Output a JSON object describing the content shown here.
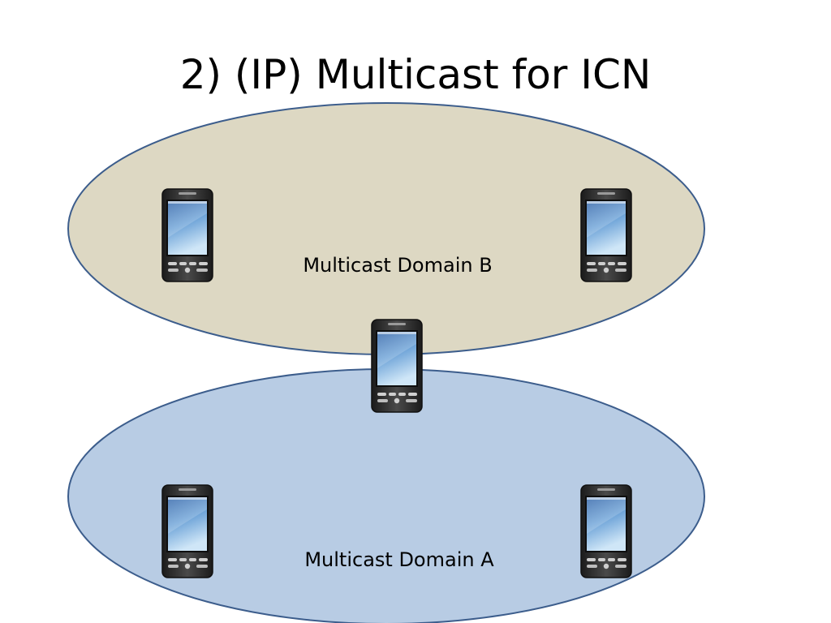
{
  "slide": {
    "title": "2) (IP) Multicast for ICN"
  },
  "domains": [
    {
      "id": "B",
      "label": "Multicast Domain B",
      "fill": "#ddd8c3",
      "stroke": "#3c5d8c"
    },
    {
      "id": "A",
      "label": "Multicast Domain A",
      "fill": "#b8cce4",
      "stroke": "#3c5d8c"
    }
  ],
  "devices": [
    {
      "name": "phone-domain-b-left",
      "icon": "smartphone-icon"
    },
    {
      "name": "phone-domain-b-right",
      "icon": "smartphone-icon"
    },
    {
      "name": "phone-bridge",
      "icon": "smartphone-icon"
    },
    {
      "name": "phone-domain-a-left",
      "icon": "smartphone-icon"
    },
    {
      "name": "phone-domain-a-right",
      "icon": "smartphone-icon"
    }
  ]
}
